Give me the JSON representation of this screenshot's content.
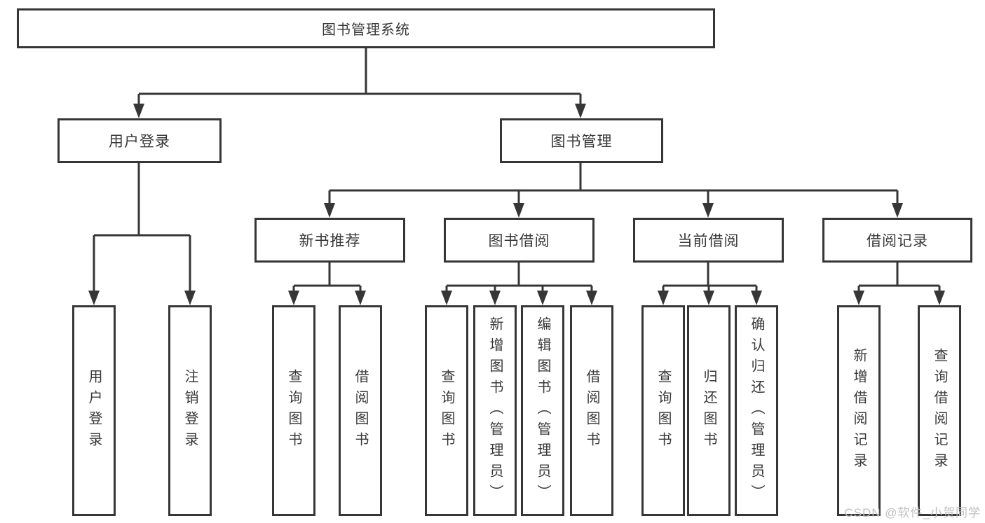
{
  "diagram_type": "hierarchy-structure-chart",
  "colors": {
    "line": "#363636",
    "box_border": "#363636",
    "box_fill": "#ffffff",
    "text": "#383838",
    "watermark": "#bfbfbf",
    "background": "#ffffff"
  },
  "tree": {
    "root": {
      "label": "图书管理系统",
      "children": [
        {
          "label": "用户登录",
          "children": [
            {
              "label": "用户登录"
            },
            {
              "label": "注销登录"
            }
          ]
        },
        {
          "label": "图书管理",
          "children": [
            {
              "label": "新书推荐",
              "children": [
                {
                  "label": "查询图书"
                },
                {
                  "label": "借阅图书"
                }
              ]
            },
            {
              "label": "图书借阅",
              "children": [
                {
                  "label": "查询图书"
                },
                {
                  "label": "新增图书（管理员）"
                },
                {
                  "label": "编辑图书（管理员）"
                },
                {
                  "label": "借阅图书"
                }
              ]
            },
            {
              "label": "当前借阅",
              "children": [
                {
                  "label": "查询图书"
                },
                {
                  "label": "归还图书"
                },
                {
                  "label": "确认归还（管理员）"
                }
              ]
            },
            {
              "label": "借阅记录",
              "children": [
                {
                  "label": "新增借阅记录"
                },
                {
                  "label": "查询借阅记录"
                }
              ]
            }
          ]
        }
      ]
    }
  },
  "watermark": {
    "text": "CSDN @软件_小贺同学"
  }
}
